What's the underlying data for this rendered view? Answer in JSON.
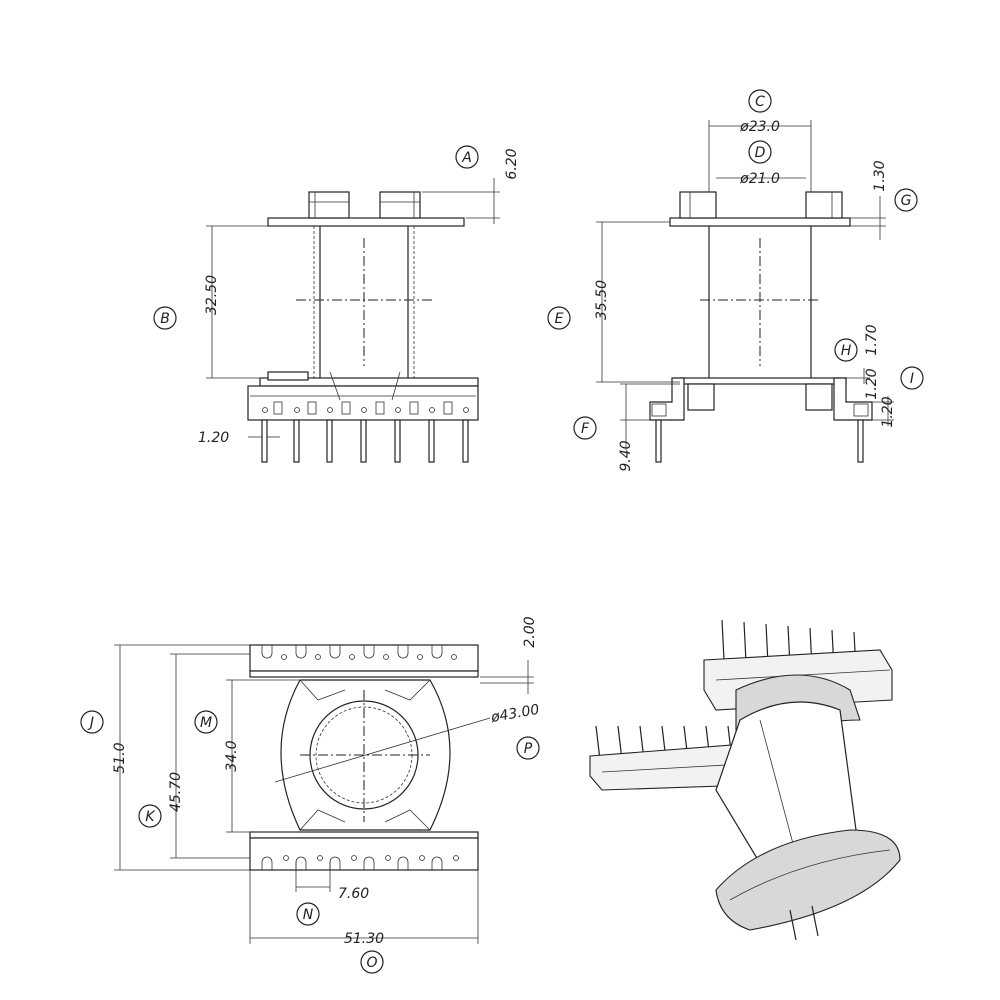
{
  "dimensions": {
    "A": "6.20",
    "B": "32.50",
    "C": "ø23.0",
    "D": "ø21.0",
    "E": "35.50",
    "F": "9.40",
    "G": "1.30",
    "H": "1.70",
    "I": "1.20",
    "I2": "1.20",
    "J": "51.0",
    "K": "45.70",
    "M": "34.0",
    "N": "7.60",
    "O": "51.30",
    "P": "ø43.00",
    "Q": "2.00",
    "pin": "1.20"
  },
  "labels": {
    "A": "A",
    "B": "B",
    "C": "C",
    "D": "D",
    "E": "E",
    "F": "F",
    "G": "G",
    "H": "H",
    "I": "I",
    "J": "J",
    "K": "K",
    "M": "M",
    "N": "N",
    "O": "O",
    "P": "P"
  }
}
